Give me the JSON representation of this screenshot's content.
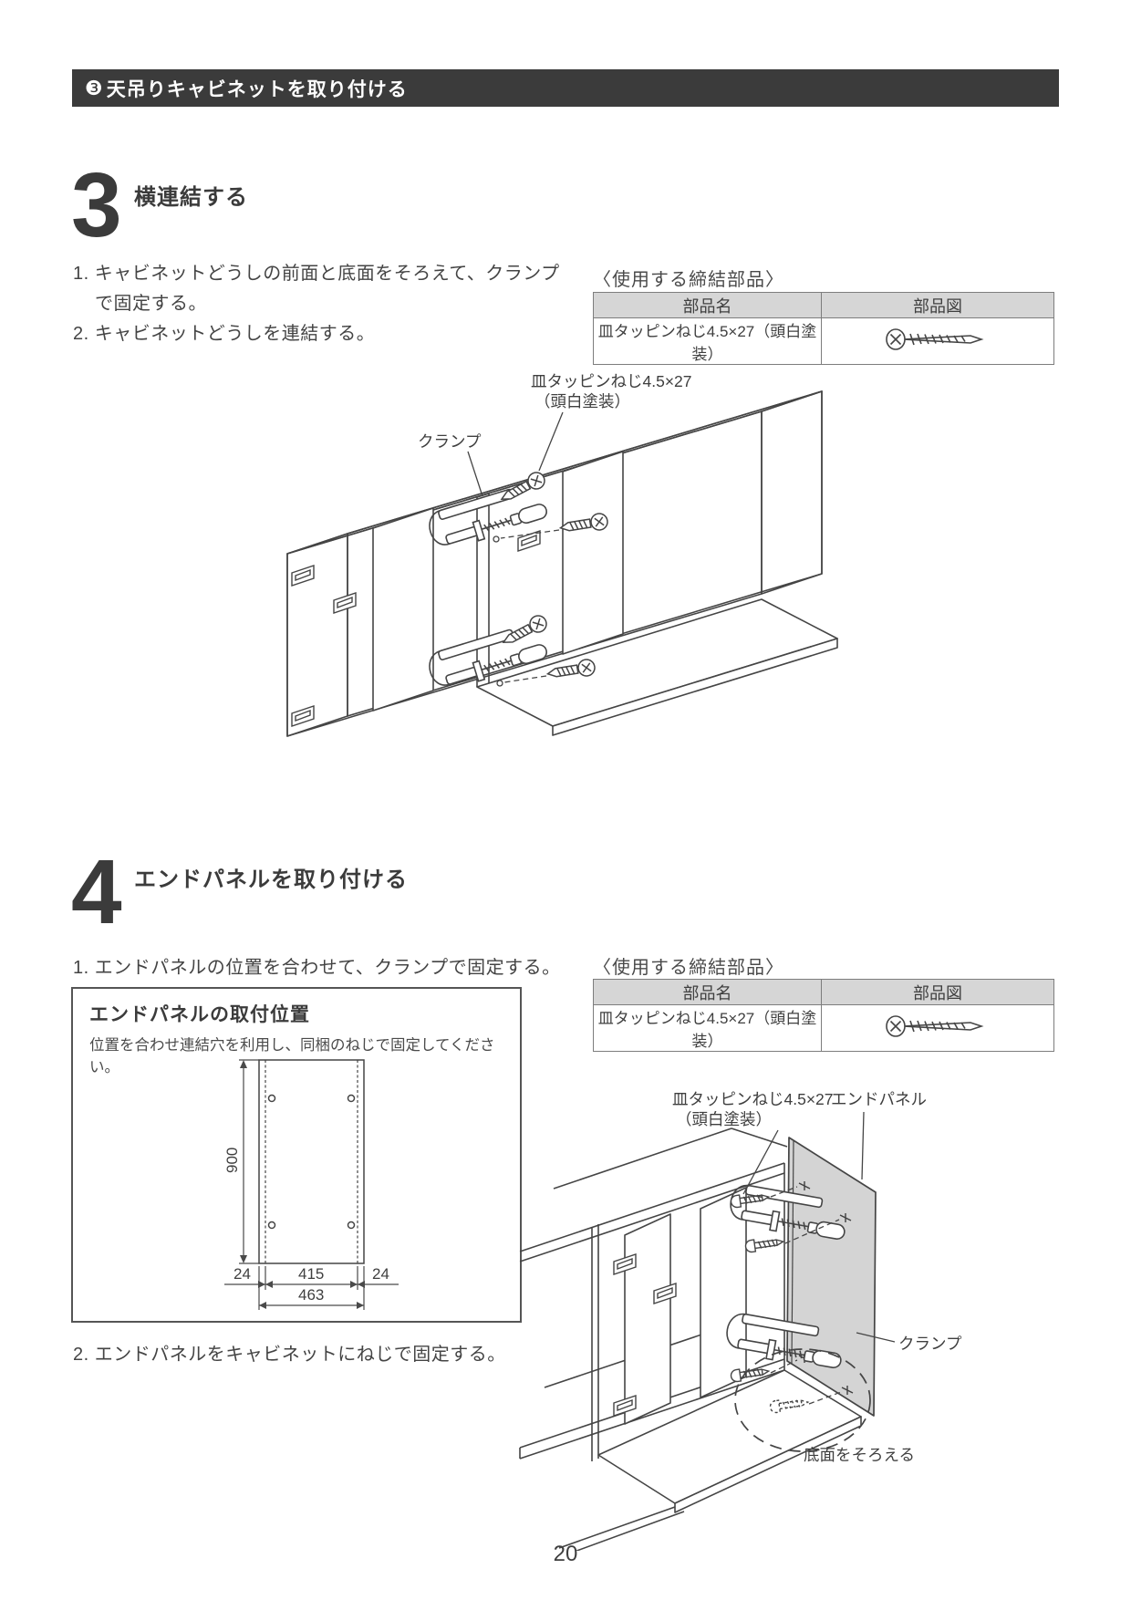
{
  "header": {
    "badge": "❸",
    "title": "天吊りキャビネットを取り付ける"
  },
  "fasteners_table": {
    "caption": "〈使用する締結部品〉",
    "col_part_name": "部品名",
    "col_part_figure": "部品図",
    "row_part_name": "皿タッピンねじ4.5×27（頭白塗装）",
    "part_icon": "flat-head-tapping-screw-icon"
  },
  "step3": {
    "number": "3",
    "title": "横連結する",
    "inst1_line1": "1. キャビネットどうしの前面と底面をそろえて、クランプ",
    "inst1_line2": "で固定する。",
    "inst2": "2. キャビネットどうしを連結する。",
    "diagram": {
      "label_screw_line1": "皿タッピンねじ4.5×27",
      "label_screw_line2": "（頭白塗装）",
      "label_clamp": "クランプ"
    }
  },
  "step4": {
    "number": "4",
    "title": "エンドパネルを取り付ける",
    "inst1": "1. エンドパネルの位置を合わせて、クランプで固定する。",
    "inst2": "2. エンドパネルをキャビネットにねじで固定する。",
    "info_box": {
      "title": "エンドパネルの取付位置",
      "body": "位置を合わせ連結穴を利用し、同梱のねじで固定してください。",
      "dim_height": "900",
      "dim_left": "24",
      "dim_center": "415",
      "dim_right": "24",
      "dim_total": "463"
    },
    "diagram": {
      "label_screw_line1": "皿タッピンねじ4.5×27",
      "label_screw_line2": "（頭白塗装）",
      "label_end_panel": "エンドパネル",
      "label_clamp": "クランプ",
      "label_bottom_align": "底面をそろえる"
    }
  },
  "page_number": "20",
  "colors": {
    "header_bg": "#3b3b3b",
    "table_header_bg": "#d6d6d6",
    "line_ink": "#454545",
    "end_panel_gray": "#d4d4d4"
  }
}
